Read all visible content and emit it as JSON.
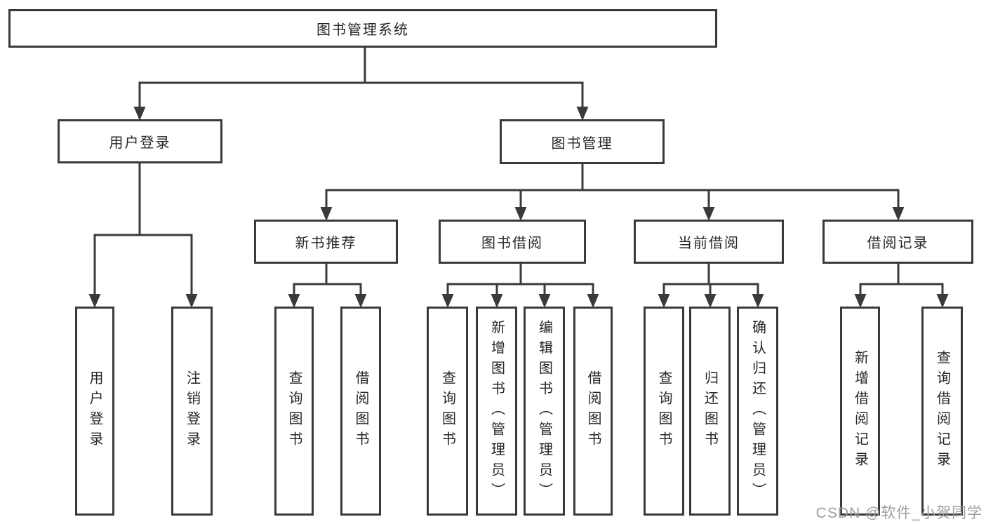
{
  "nodes": {
    "root": {
      "label": "图书管理系统"
    },
    "login": {
      "label": "用户登录"
    },
    "mgmt": {
      "label": "图书管理"
    },
    "newrec": {
      "label": "新书推荐"
    },
    "borrow": {
      "label": "图书借阅"
    },
    "current": {
      "label": "当前借阅"
    },
    "record": {
      "label": "借阅记录"
    },
    "a1": {
      "label": "用户登录"
    },
    "a2": {
      "label": "注销登录"
    },
    "b1": {
      "label": "查询图书"
    },
    "b2": {
      "label": "借阅图书"
    },
    "c1": {
      "label": "查询图书"
    },
    "c2": {
      "label": "新增图书（管理员）"
    },
    "c3": {
      "label": "编辑图书（管理员）"
    },
    "c4": {
      "label": "借阅图书"
    },
    "d1": {
      "label": "查询图书"
    },
    "d2": {
      "label": "归还图书"
    },
    "d3": {
      "label": "确认归还（管理员）"
    },
    "e1": {
      "label": "新增借阅记录"
    },
    "e2": {
      "label": "查询借阅记录"
    }
  },
  "watermark": {
    "text": "CSDN @软件_小贺同学"
  },
  "colors": {
    "line": "#3a3a3a",
    "text": "#262626",
    "watermark": "#9e9e9e",
    "background": "#ffffff"
  }
}
